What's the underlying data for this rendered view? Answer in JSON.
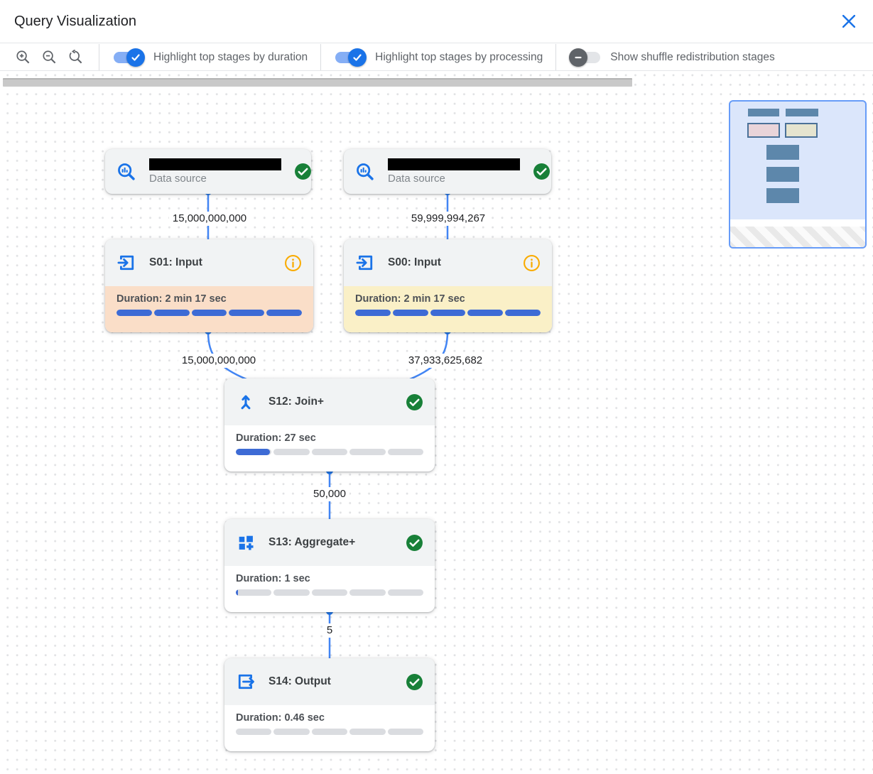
{
  "header": {
    "title": "Query Visualization"
  },
  "toolbar": {
    "zoom_buttons": [
      "zoom-in",
      "zoom-out",
      "zoom-reset"
    ],
    "toggles": [
      {
        "label": "Highlight top stages by duration",
        "state": "on"
      },
      {
        "label": "Highlight top stages by processing",
        "state": "on"
      },
      {
        "label": "Show shuffle redistribution stages",
        "state": "off"
      }
    ]
  },
  "graph": {
    "nodes": [
      {
        "id": "ds1",
        "type": "data-source",
        "label": "Data source",
        "name_redacted": true,
        "status": "completed"
      },
      {
        "id": "ds2",
        "type": "data-source",
        "label": "Data source",
        "name_redacted": true,
        "status": "completed"
      },
      {
        "id": "s01",
        "title": "S01: Input",
        "status": "info",
        "duration_label": "Duration: 2 min 17 sec",
        "progress": 1,
        "highlight": "duration"
      },
      {
        "id": "s00",
        "title": "S00: Input",
        "status": "info",
        "duration_label": "Duration: 2 min 17 sec",
        "progress": 1,
        "highlight": "processing"
      },
      {
        "id": "s12",
        "title": "S12: Join+",
        "status": "completed",
        "duration_label": "Duration: 27 sec",
        "progress": 0.19,
        "highlight": "none"
      },
      {
        "id": "s13",
        "title": "S13: Aggregate+",
        "status": "completed",
        "duration_label": "Duration: 1 sec",
        "progress": 0.012,
        "highlight": "none"
      },
      {
        "id": "s14",
        "title": "S14: Output",
        "status": "completed",
        "duration_label": "Duration: 0.46 sec",
        "progress": 0,
        "highlight": "none"
      }
    ],
    "edges": [
      {
        "from": "ds1",
        "to": "s01",
        "label": "15,000,000,000"
      },
      {
        "from": "ds2",
        "to": "s00",
        "label": "59,999,994,267"
      },
      {
        "from": "s01",
        "to": "s12",
        "label": "15,000,000,000"
      },
      {
        "from": "s00",
        "to": "s12",
        "label": "37,933,625,682"
      },
      {
        "from": "s12",
        "to": "s13",
        "label": "50,000"
      },
      {
        "from": "s13",
        "to": "s14",
        "label": "5"
      }
    ]
  },
  "colors": {
    "accent_blue": "#1a73e8",
    "edge_blue": "#4285f4",
    "bar_blue": "#3d6bd5",
    "bar_gray": "#dadce0",
    "success_green": "#188038",
    "info_orange": "#f9ab00",
    "highlight_duration_bg": "#fadec8",
    "highlight_processing_bg": "#faf0c7",
    "node_header_bg": "#f1f3f4"
  }
}
